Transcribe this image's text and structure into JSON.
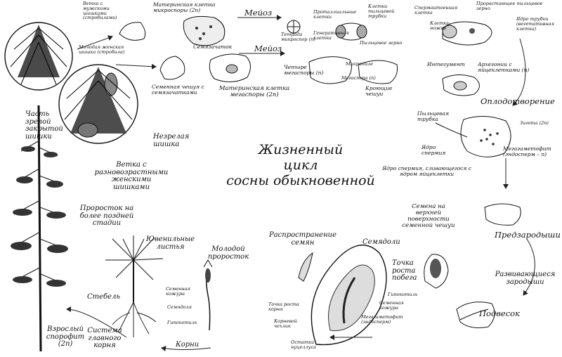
{
  "title": {
    "line1": "Жизненный",
    "line2": "цикл",
    "line3": "сосны обыкновенной"
  },
  "labels": {
    "male_branch": "Ветка с мужскими шишками (стробилами)",
    "young_female_cone": "Молодая женская шишка (стробила)",
    "mother_cell_micro": "Материнская клетка микроспоры (2n)",
    "meiosis_top": "Мейоз",
    "prothallial_cells": "Проталлиальные клетки",
    "pollen_tube_cells": "Клетки пыльцевой трубки",
    "sperm_cell": "Спермаитоенная клетка",
    "germinating_pollen": "Прорастающее пыльцевое зерно",
    "cell_leg": "Клетка-ножка",
    "tube_nucleus": "Ядро трубки (вегетативная клетка)",
    "tetrad_micro": "Тетрада микроспор (n)",
    "generative_cell": "Генеративная клетка",
    "pollen_grain": "Пыльцевое зерно",
    "ovule_top": "Семязачаток",
    "meiosis_mid": "Мейоз",
    "seed_scale_ovules": "Семенная чешуя с семязачатками",
    "mother_cell_mega": "Материнская клетка мегаспоры (2n)",
    "four_megaspores": "Четыре мегаспоры (n)",
    "micropyle": "Микропиле",
    "megaspore": "Мегаспора (n)",
    "covering_scales": "Кроющие чешуи",
    "integument": "Интегумент",
    "archegonia": "Архегонии с яйцеклетками (n)",
    "fertilization": "Оплодотворение",
    "pollen_tube": "Пыльцевая трубка",
    "zygote": "Зигота (2n)",
    "sperm_nucleus": "Ядро спермия",
    "megagametophyte": "Мегагаметофит (эндосперм – n)",
    "sperm_fusing": "Ядро спермия, сливающегося с ядром яйцеклетки",
    "mature_cone_part": "Часть зрелой закрытой шишки",
    "immature_cone": "Незрелая шишка",
    "branch_cones": "Ветка с разновозрастными женскими шишками",
    "seedling_later": "Проросток на более поздней стадии",
    "juvenile_leaves": "Ювенильные листья",
    "young_seedling": "Молодой проросток",
    "seed_coat": "Семенная кожура",
    "cotyledon": "Семядоля",
    "hypocotyl": "Гипокотиль",
    "stem": "Стебель",
    "taproot": "Система главного корня",
    "roots": "Корни",
    "adult_sporophyte": "Взрослый спорофит (2n)",
    "seed_dispersal": "Распространение семян",
    "cotyledons": "Семядоли",
    "shoot_apex": "Точка роста побега",
    "hypocotyl2": "Гипокотиль",
    "seed_coat2": "Семенная кожура",
    "root_apex": "Точка роста корня",
    "root_cap": "Корневой чехлик",
    "megagametophyte2": "Мегагаметофит (эндосперм)",
    "nucellus": "Остатки нуцеллуса",
    "seeds_on_scale": "Семена на верхней поверхности семенной чешуи",
    "proembryos": "Предзародыши",
    "developing_embryos": "Развивающиеся зародыши",
    "suspensor": "Подвесок"
  }
}
